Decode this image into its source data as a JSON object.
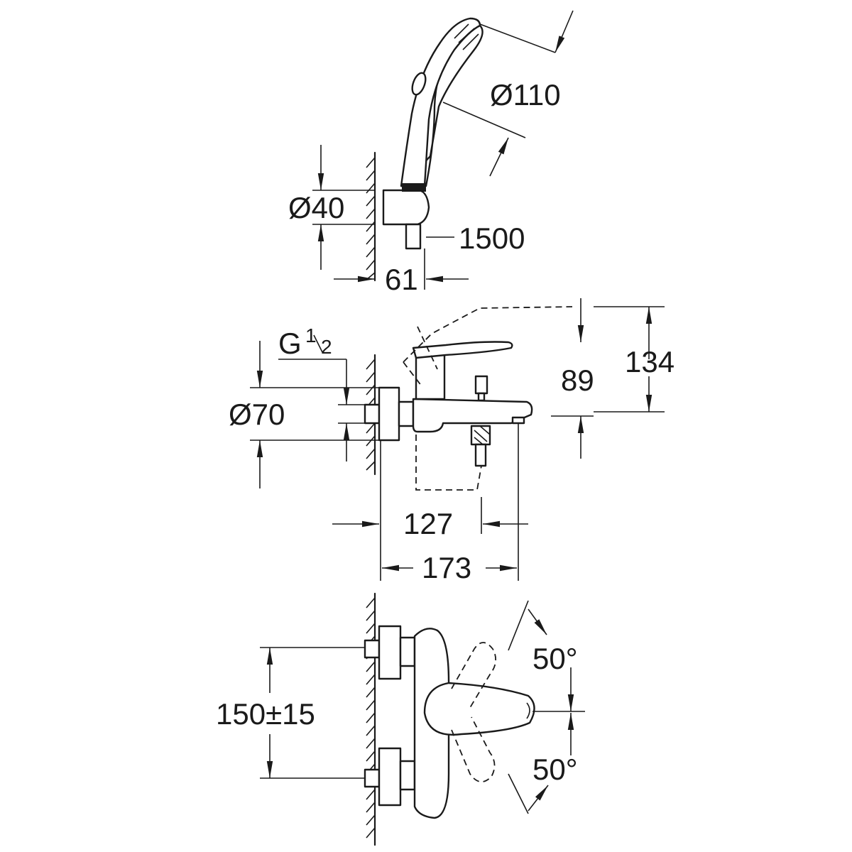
{
  "diagram": {
    "colors": {
      "ink": "#1a1a1a",
      "background": "#ffffff"
    },
    "shower_view": {
      "head_diameter": "Ø110",
      "holder_diameter": "Ø40",
      "hose_length": "1500",
      "wall_distance": "61"
    },
    "side_view": {
      "thread_main": "G",
      "thread_num": "1",
      "thread_den": "2",
      "escutcheon_diameter": "Ø70",
      "lever_height": "89",
      "total_height": "134",
      "spout_inner": "127",
      "spout_total": "173"
    },
    "top_view": {
      "centres": "150±15",
      "angle_upper": "50°",
      "angle_lower": "50°"
    }
  }
}
